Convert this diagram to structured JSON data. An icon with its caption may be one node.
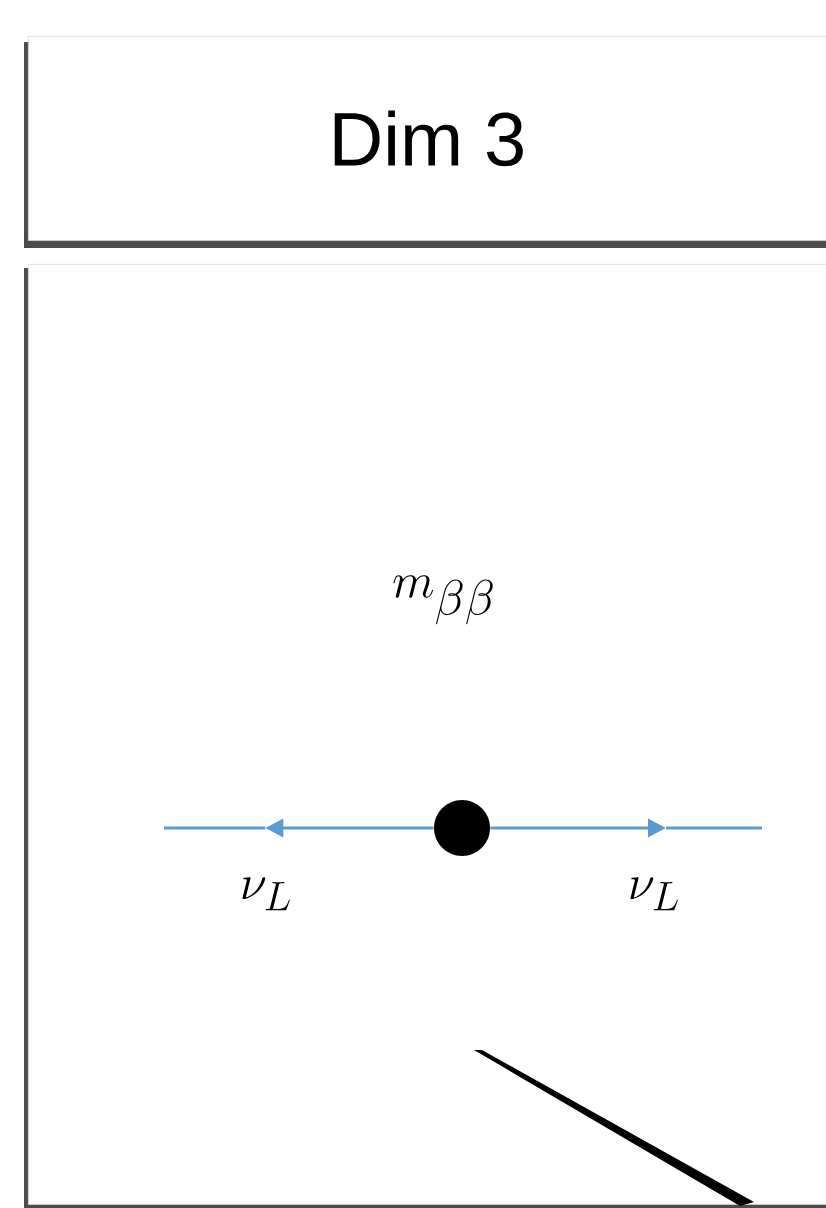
{
  "diagram": {
    "nodes": [
      {
        "text": [
          "Dim 3"
        ]
      },
      {
        "text": [],
        "shape": "box"
      },
      {
        "text": [],
        "shape": "circle",
        "in": 1
      }
    ],
    "edges": [
      {
        "from": 2,
        "to": null,
        "arrow": "to",
        "label": "\\nu_L",
        "color": "#5b9bd5"
      },
      {
        "from": 2,
        "to": null,
        "arrow": "to",
        "label": "\\nu_L",
        "color": "#5b9bd5"
      }
    ],
    "labels": [
      "m_{\\beta\\beta}"
    ]
  }
}
